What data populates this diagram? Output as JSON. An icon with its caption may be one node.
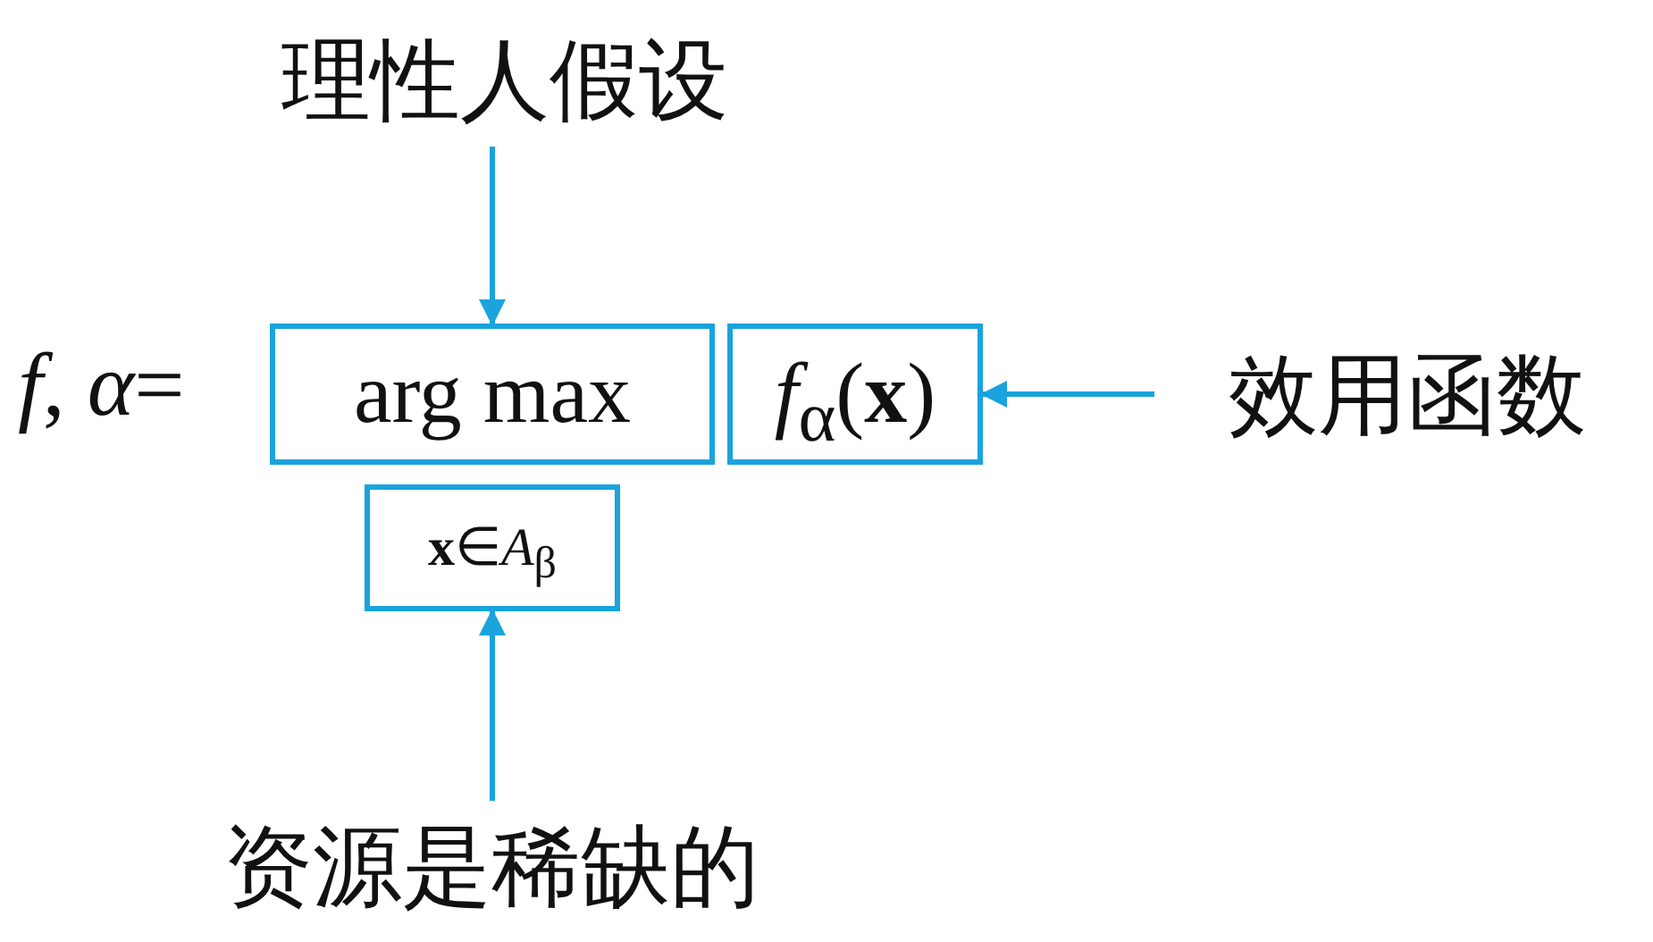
{
  "diagram": {
    "nodes": [
      {
        "text": [
          "理性人假设"
        ]
      },
      {
        "text": [
          "arg max"
        ]
      },
      {
        "text": [
          "*f*$_{α}$(**x**)"
        ]
      },
      {
        "text": [
          "**x**∈*A*$_{β}$"
        ]
      },
      {
        "text": [
          "效用函数"
        ]
      },
      {
        "text": [
          "资源是稀缺的"
        ]
      }
    ],
    "edges": [
      {
        "from": 0,
        "to": 1,
        "arrow": "to"
      },
      {
        "from": 4,
        "to": 2,
        "arrow": "to"
      },
      {
        "from": 5,
        "to": 3,
        "arrow": "to"
      }
    ],
    "labels": [
      "*f*, *α*="
    ]
  }
}
